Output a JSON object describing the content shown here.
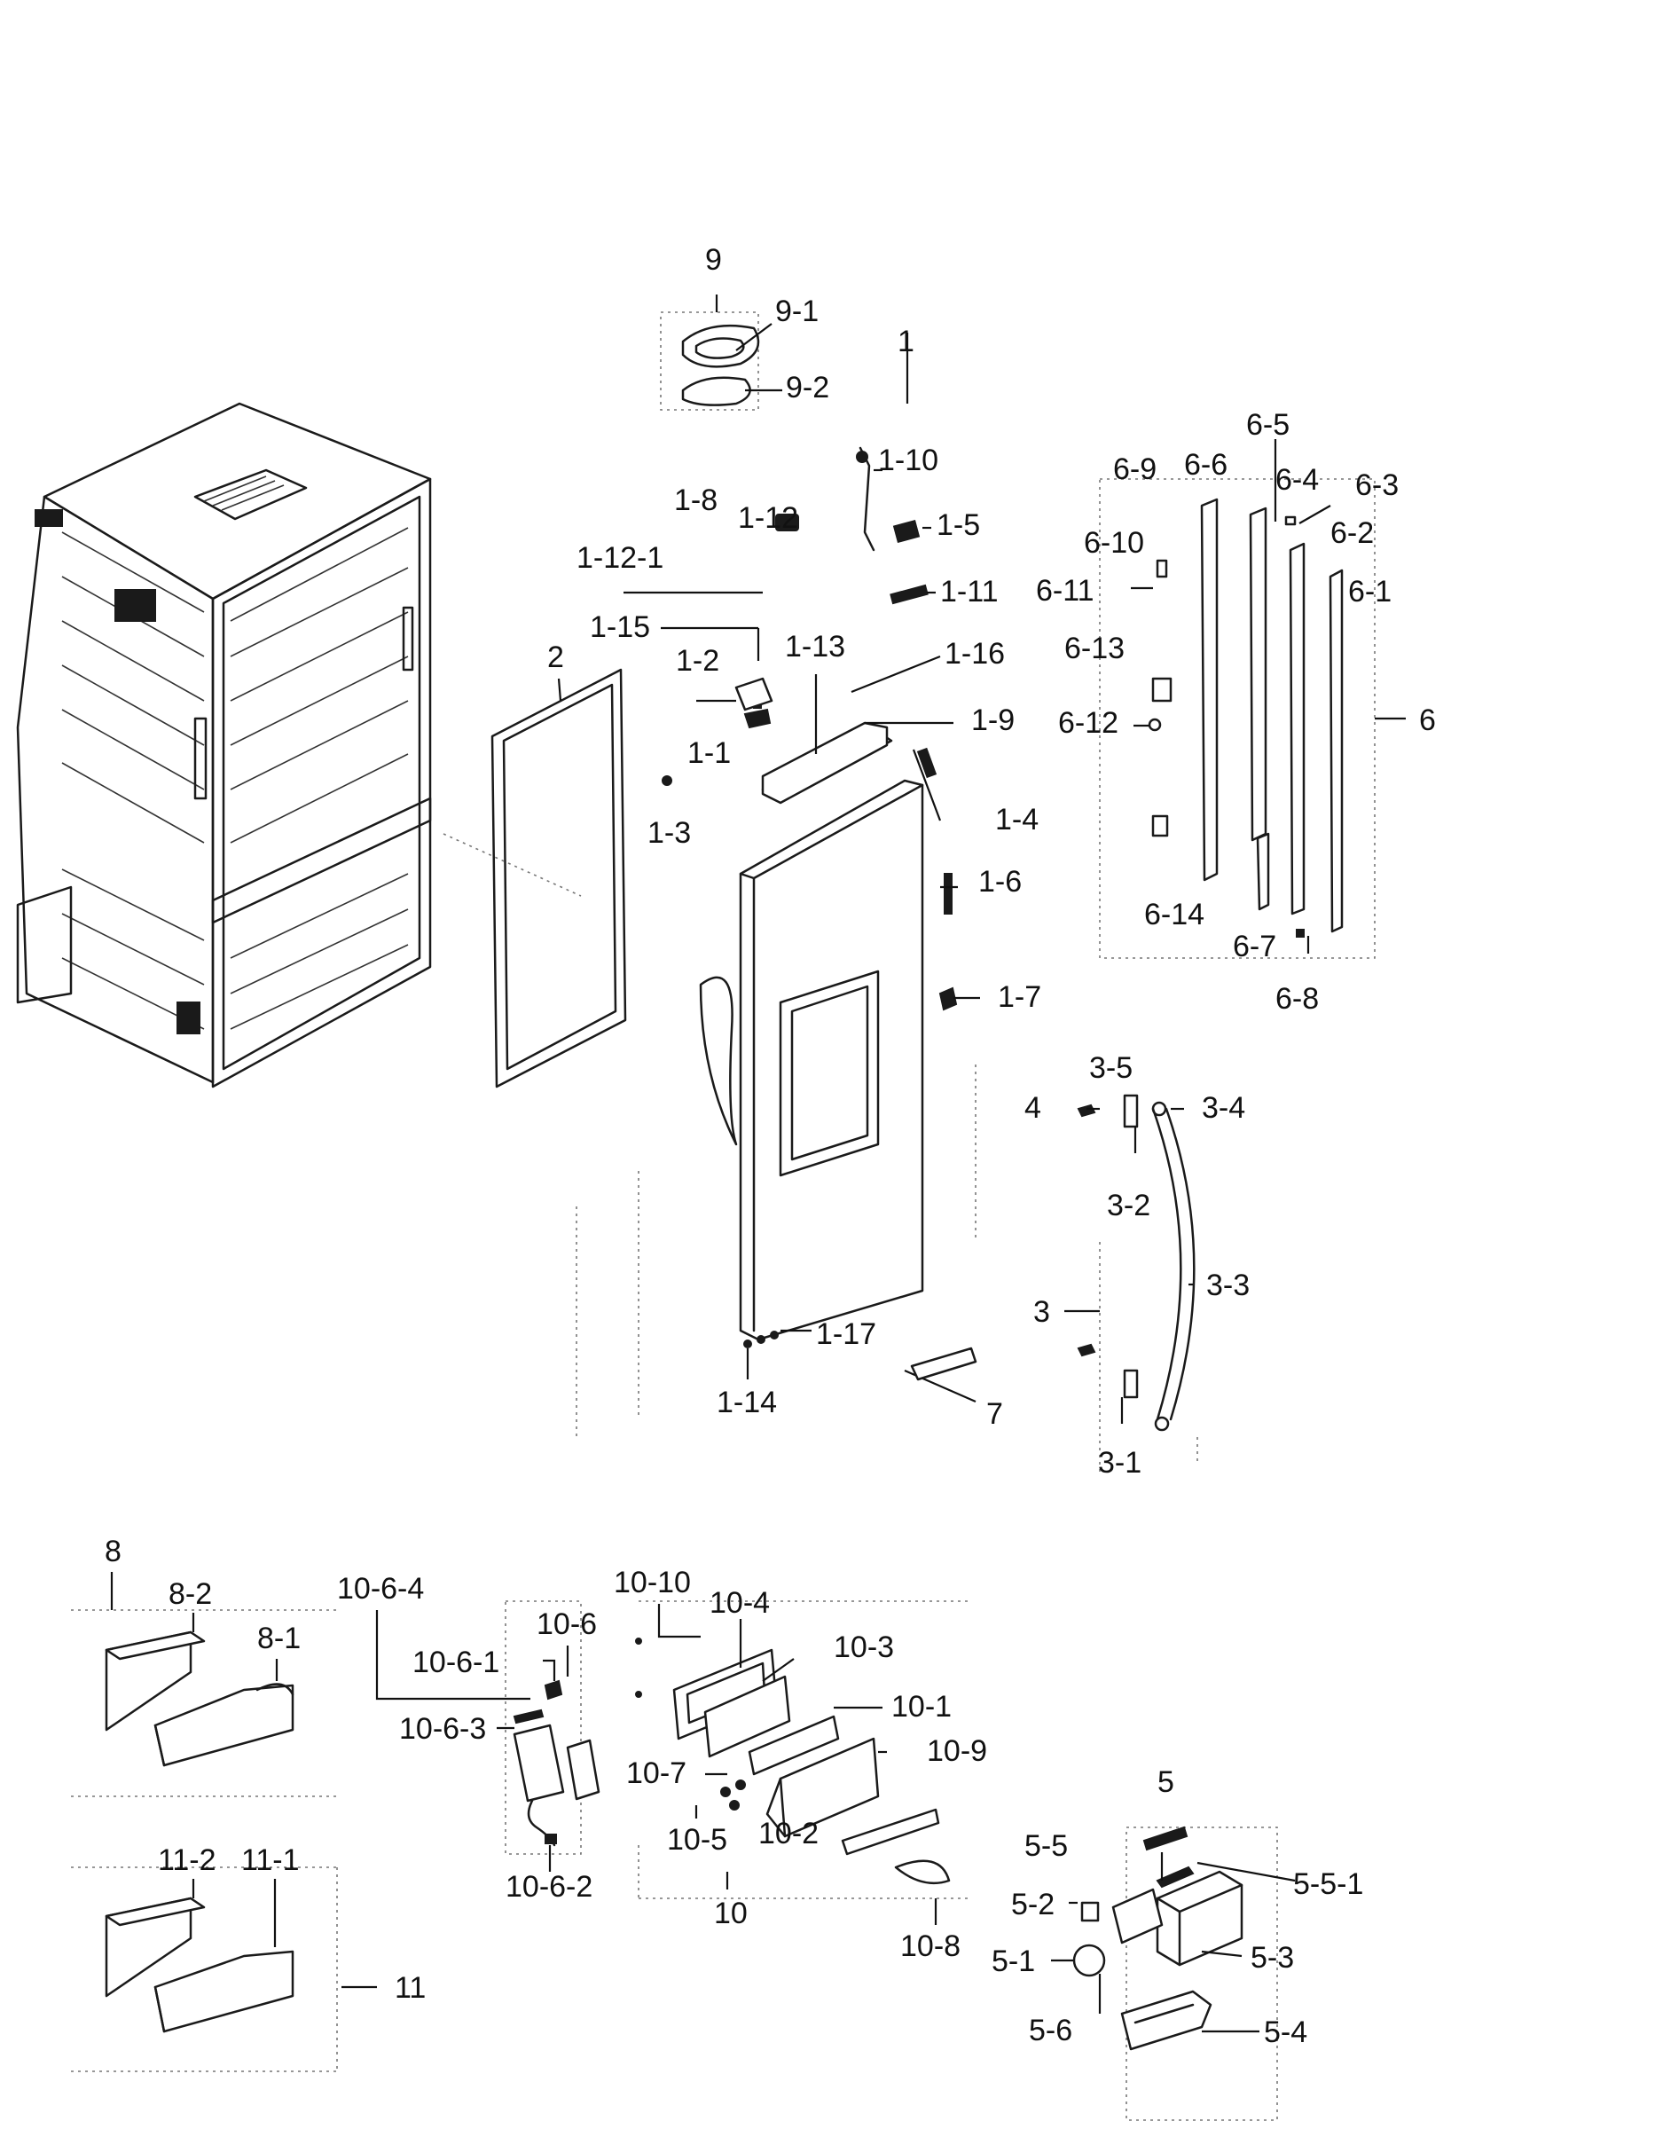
{
  "labels": {
    "l9": "9",
    "l9_1": "9-1",
    "l9_2": "9-2",
    "l1": "1",
    "l1_1": "1-1",
    "l1_2": "1-2",
    "l1_3": "1-3",
    "l1_4": "1-4",
    "l1_5": "1-5",
    "l1_6": "1-6",
    "l1_7": "1-7",
    "l1_8": "1-8",
    "l1_9": "1-9",
    "l1_10": "1-10",
    "l1_11": "1-11",
    "l1_12": "1-12",
    "l1_12_1": "1-12-1",
    "l1_13": "1-13",
    "l1_14": "1-14",
    "l1_15": "1-15",
    "l1_16": "1-16",
    "l1_17": "1-17",
    "l2": "2",
    "l3": "3",
    "l3_1": "3-1",
    "l3_2": "3-2",
    "l3_3": "3-3",
    "l3_4": "3-4",
    "l3_5": "3-5",
    "l4": "4",
    "l5": "5",
    "l5_1": "5-1",
    "l5_2": "5-2",
    "l5_3": "5-3",
    "l5_4": "5-4",
    "l5_5": "5-5",
    "l5_5_1": "5-5-1",
    "l5_6": "5-6",
    "l6": "6",
    "l6_1": "6-1",
    "l6_2": "6-2",
    "l6_3": "6-3",
    "l6_4": "6-4",
    "l6_5": "6-5",
    "l6_6": "6-6",
    "l6_7": "6-7",
    "l6_8": "6-8",
    "l6_9": "6-9",
    "l6_10": "6-10",
    "l6_11": "6-11",
    "l6_12": "6-12",
    "l6_13": "6-13",
    "l6_14": "6-14",
    "l7": "7",
    "l8": "8",
    "l8_1": "8-1",
    "l8_2": "8-2",
    "l10": "10",
    "l10_1": "10-1",
    "l10_2": "10-2",
    "l10_3": "10-3",
    "l10_4": "10-4",
    "l10_5": "10-5",
    "l10_6": "10-6",
    "l10_6_1": "10-6-1",
    "l10_6_2": "10-6-2",
    "l10_6_3": "10-6-3",
    "l10_6_4": "10-6-4",
    "l10_7": "10-7",
    "l10_8": "10-8",
    "l10_9": "10-9",
    "l10_10": "10-10",
    "l11": "11",
    "l11_1": "11-1",
    "l11_2": "11-2"
  }
}
